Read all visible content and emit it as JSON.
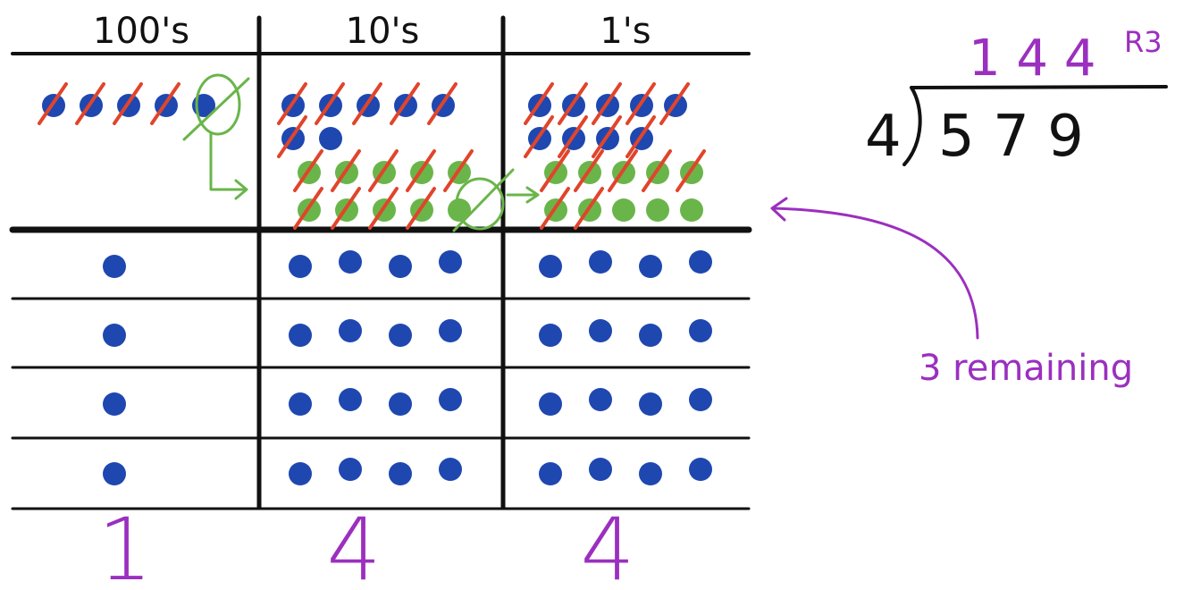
{
  "columns": [
    {
      "header": "100's",
      "answer": "1"
    },
    {
      "header": "10's",
      "answer": "4"
    },
    {
      "header": "1's",
      "answer": "4"
    }
  ],
  "division": {
    "divisor": "4",
    "dividend": "5 7 9",
    "quotient": "1 4 4",
    "remainder": "R3"
  },
  "note": "3 remaining",
  "colors": {
    "dot_blue": "#1f47b0",
    "dot_green": "#6ab54a",
    "cross_red": "#e0452b",
    "ink_purple": "#9b2fbf",
    "ink_green": "#6ab54a",
    "line": "#111111"
  },
  "top_cells": [
    {
      "blue_total": 5,
      "blue_crossed": 4,
      "blue_circled": 1,
      "green_total": 0,
      "green_crossed": 0,
      "green_circled": 0
    },
    {
      "blue_total": 7,
      "blue_crossed": 6,
      "blue_circled": 0,
      "green_total": 10,
      "green_crossed": 9,
      "green_circled": 1
    },
    {
      "blue_total": 9,
      "blue_crossed": 9,
      "blue_circled": 0,
      "green_total": 10,
      "green_crossed": 7,
      "green_circled": 0
    }
  ],
  "groups": [
    [
      1,
      4,
      4
    ],
    [
      1,
      4,
      4
    ],
    [
      1,
      4,
      4
    ],
    [
      1,
      4,
      4
    ]
  ]
}
